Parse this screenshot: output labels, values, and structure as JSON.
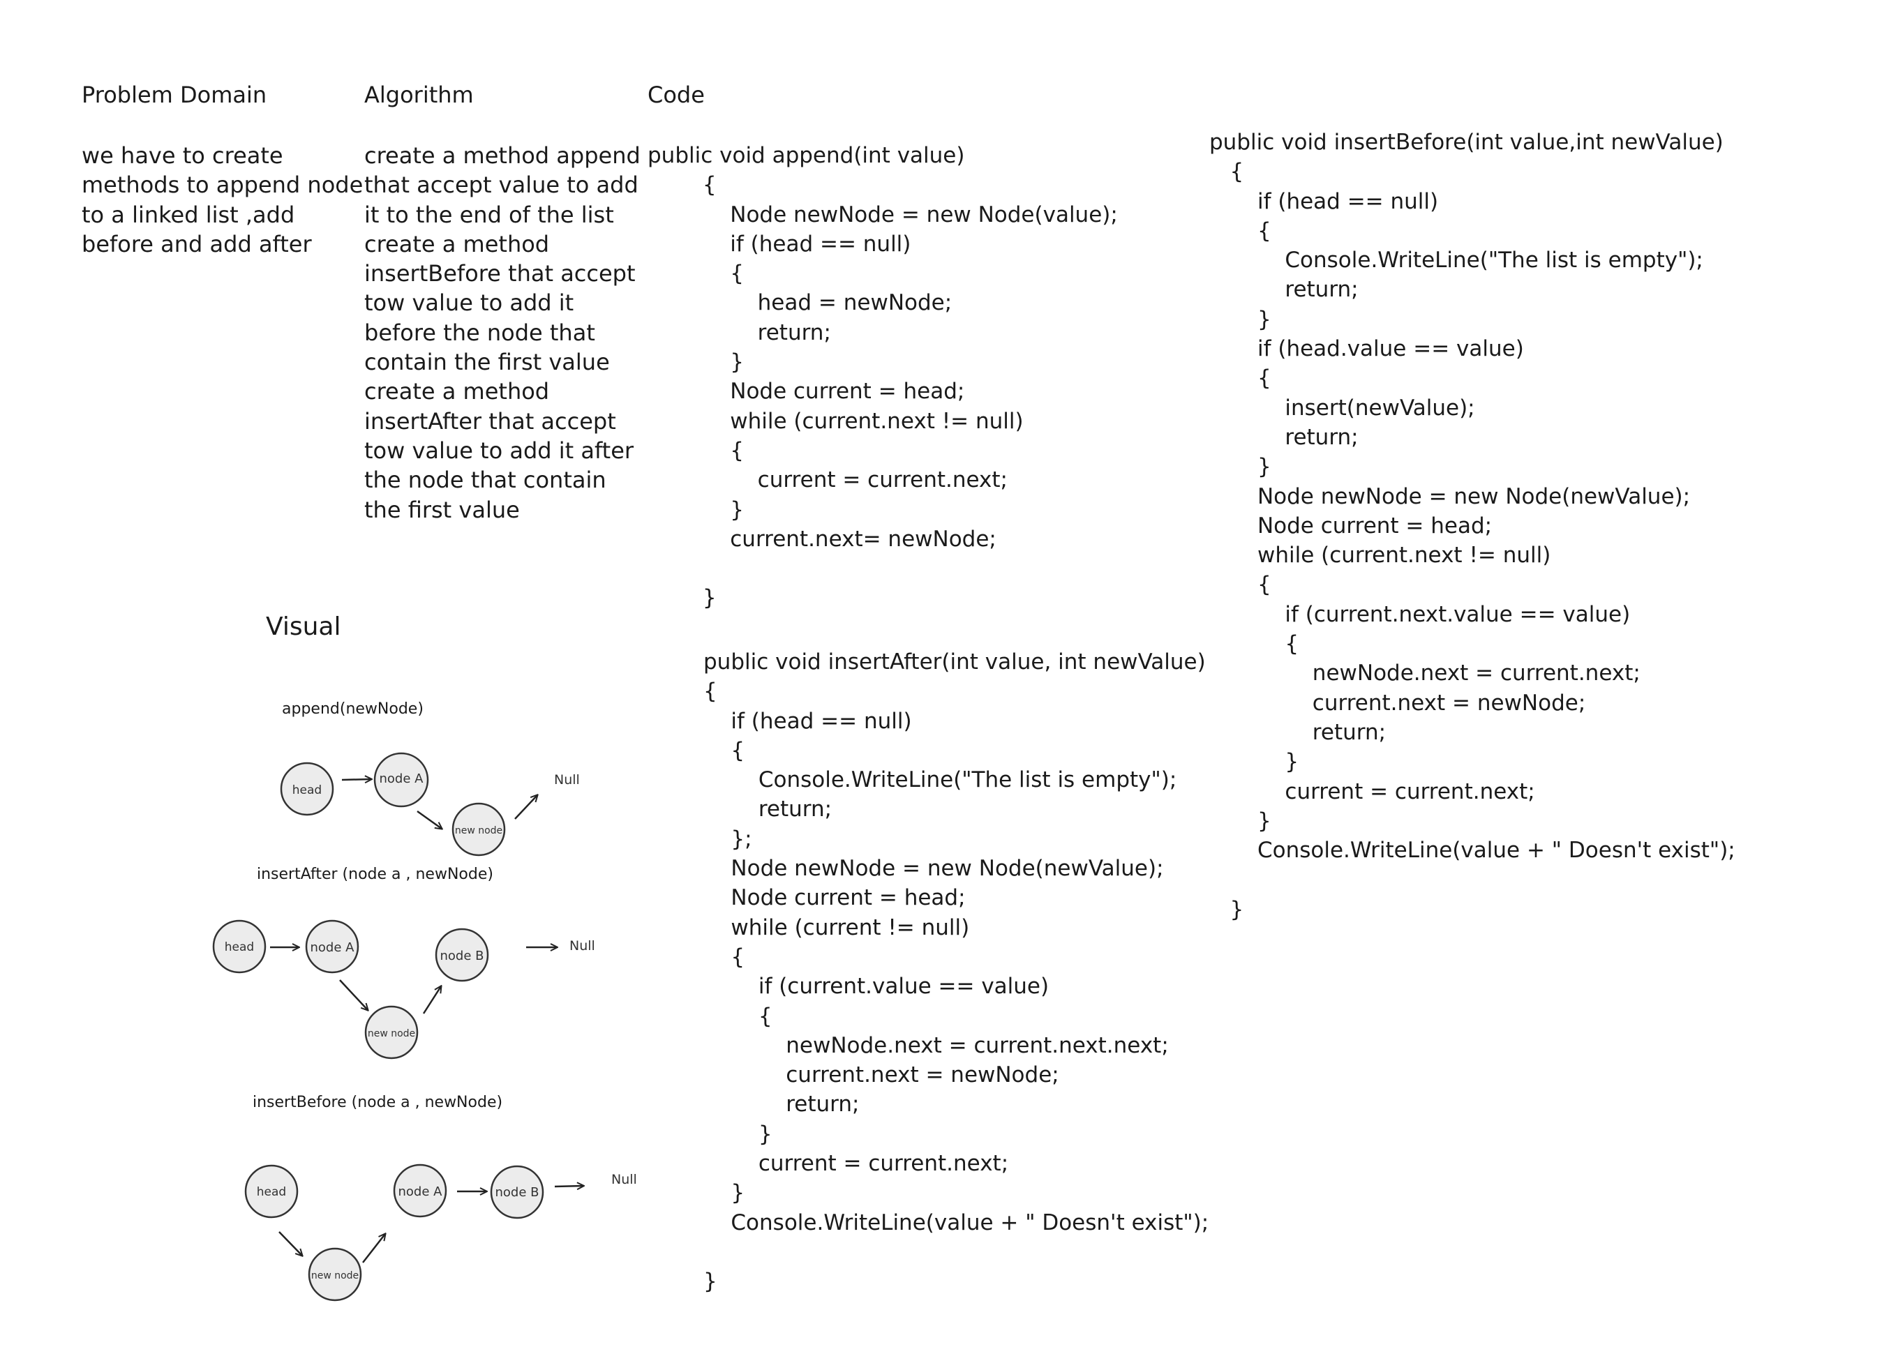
{
  "columns": {
    "problem_domain": {
      "heading": "Problem Domain",
      "lines": [
        "we have to create",
        "methods to append node",
        "to a linked list ,add",
        "before and add after"
      ]
    },
    "algorithm": {
      "heading": "Algorithm",
      "lines": [
        "create a method append",
        "that accept value to add",
        "it to the end of the list",
        "create a method",
        "insertBefore that accept",
        "tow value to add it",
        "before the node that",
        "contain the first value",
        "create a method",
        "insertAfter that accept",
        "tow value to add it after",
        "the node that contain",
        "the first value"
      ]
    },
    "code": {
      "heading": "Code"
    }
  },
  "code_append": [
    "public void append(int value)",
    "        {",
    "            Node newNode = new Node(value);",
    "            if (head == null)",
    "            {",
    "                head = newNode;",
    "                return;",
    "            }",
    "            Node current = head;",
    "            while (current.next != null)",
    "            {",
    "                current = current.next;",
    "            }",
    "            current.next= newNode;",
    "",
    "        }"
  ],
  "code_insert_after": [
    "public void insertAfter(int value, int newValue)",
    "{",
    "    if (head == null)",
    "    {",
    "        Console.WriteLine(\"The list is empty\");",
    "        return;",
    "    };",
    "    Node newNode = new Node(newValue);",
    "    Node current = head;",
    "    while (current != null)",
    "    {",
    "        if (current.value == value)",
    "        {",
    "            newNode.next = current.next.next;",
    "            current.next = newNode;",
    "            return;",
    "        }",
    "        current = current.next;",
    "    }",
    "    Console.WriteLine(value + \" Doesn't exist\");",
    "",
    "}"
  ],
  "code_insert_before": [
    "public void insertBefore(int value,int newValue)",
    "   {",
    "       if (head == null)",
    "       {",
    "           Console.WriteLine(\"The list is empty\");",
    "           return;",
    "       }",
    "       if (head.value == value)",
    "       {",
    "           insert(newValue);",
    "           return;",
    "       }",
    "       Node newNode = new Node(newValue);",
    "       Node current = head;",
    "       while (current.next != null)",
    "       {",
    "           if (current.next.value == value)",
    "           {",
    "               newNode.next = current.next;",
    "               current.next = newNode;",
    "               return;",
    "           }",
    "           current = current.next;",
    "       }",
    "       Console.WriteLine(value + \" Doesn't exist\");",
    "",
    "   }"
  ],
  "visual": {
    "heading": "Visual",
    "append": {
      "label": "append(newNode)",
      "head": "head",
      "node_a": "node A",
      "new_node": "new node",
      "null": "Null"
    },
    "insert_after": {
      "label": "insertAfter (node a , newNode)",
      "head": "head",
      "node_a": "node A",
      "node_b": "node B",
      "new_node": "new node",
      "null": "Null"
    },
    "insert_before": {
      "label": "insertBefore (node a , newNode)",
      "head": "head",
      "node_a": "node A",
      "node_b": "node B",
      "new_node": "new node",
      "null": "Null"
    }
  }
}
